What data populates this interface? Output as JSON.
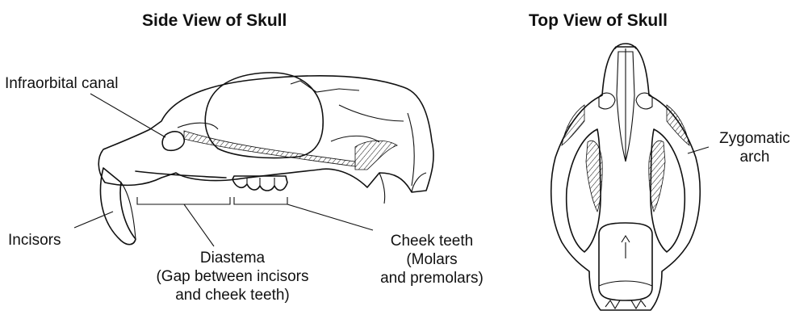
{
  "titles": {
    "side": "Side View of Skull",
    "top": "Top View of Skull"
  },
  "side_labels": {
    "infraorbital": "Infraorbital canal",
    "incisors": "Incisors",
    "diastema_1": "Diastema",
    "diastema_2": "(Gap between incisors",
    "diastema_3": "and cheek teeth)",
    "cheek_1": "Cheek teeth",
    "cheek_2": "(Molars",
    "cheek_3": "and premolars)"
  },
  "top_labels": {
    "zygomatic_1": "Zygomatic",
    "zygomatic_2": "arch"
  }
}
